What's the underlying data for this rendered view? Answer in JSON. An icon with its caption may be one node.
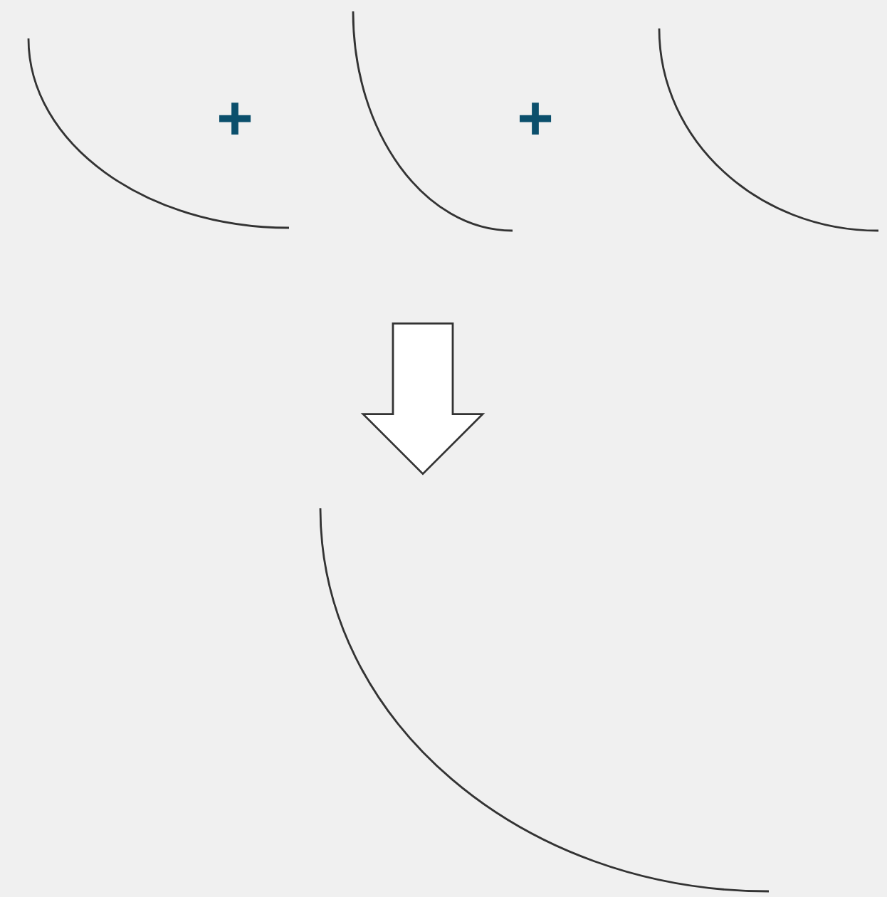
{
  "diagram": {
    "nodes": [
      {
        "text": [],
        "shape": "arc"
      },
      {
        "text": [],
        "shape": "arc"
      },
      {
        "text": [],
        "shape": "arc"
      },
      {
        "text": [],
        "shape": "arc"
      }
    ],
    "edges": [
      {
        "from": 1,
        "to": 3,
        "arrow": "to"
      }
    ],
    "labels": [
      "+",
      "+"
    ]
  }
}
